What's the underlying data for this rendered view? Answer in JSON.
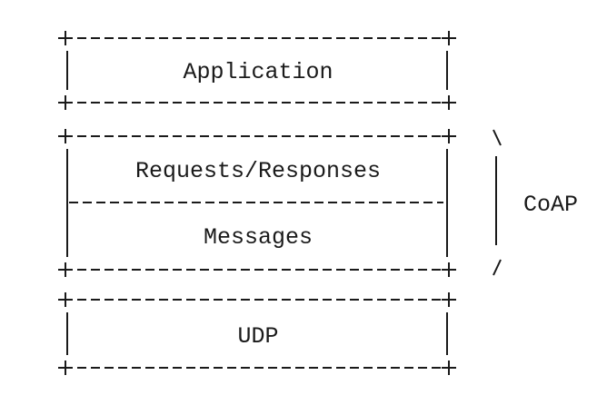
{
  "layers": {
    "application": "Application",
    "requests_responses": "Requests/Responses",
    "messages": "Messages",
    "udp": "UDP"
  },
  "bracket_label": "CoAP"
}
